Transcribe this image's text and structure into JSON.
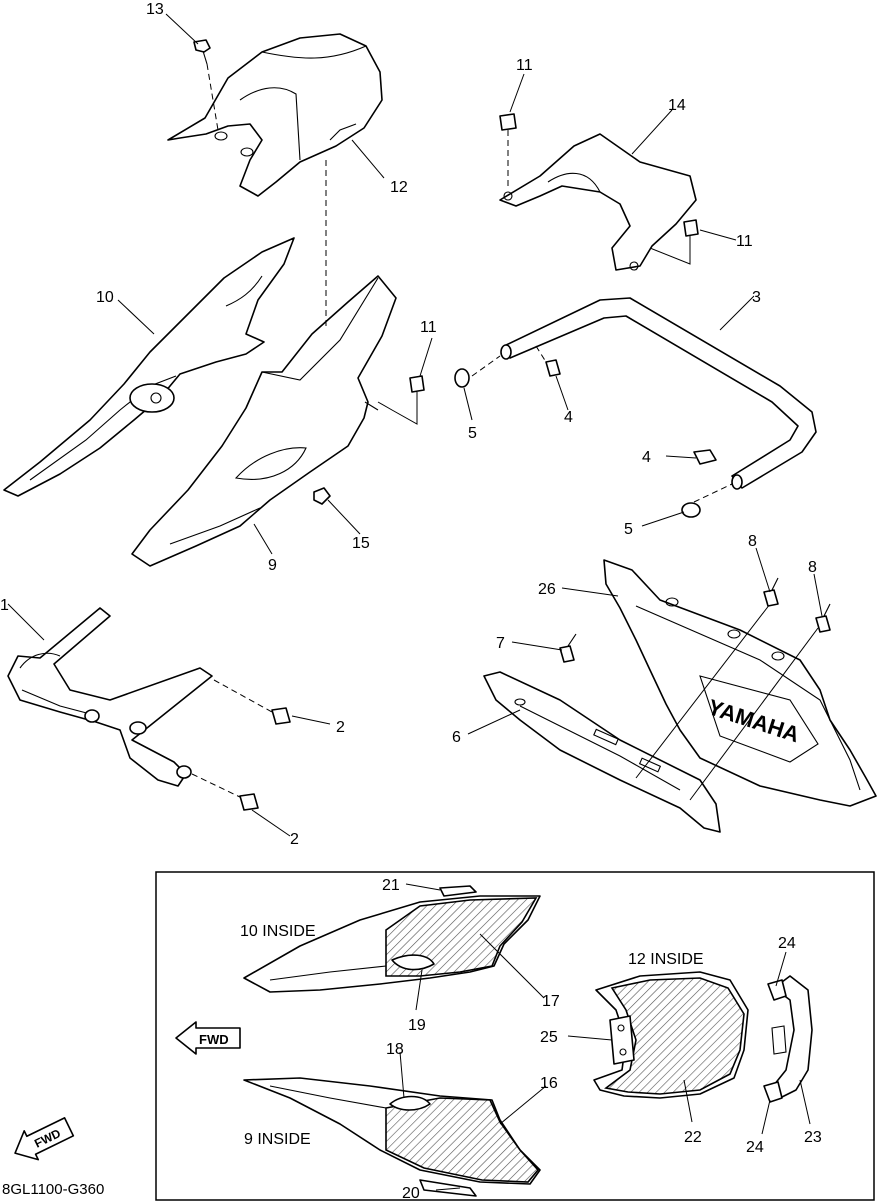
{
  "diagram_code": "8GL1100-G360",
  "fwd_label": "FWD",
  "emblem_text": "YAMAHA",
  "inset": {
    "labels": {
      "ten_inside": "10 INSIDE",
      "nine_inside": "9 INSIDE",
      "twelve_inside": "12 INSIDE"
    }
  },
  "callouts": {
    "c1": "1",
    "c2a": "2",
    "c2b": "2",
    "c3": "3",
    "c4a": "4",
    "c4b": "4",
    "c5a": "5",
    "c5b": "5",
    "c6": "6",
    "c7": "7",
    "c8a": "8",
    "c8b": "8",
    "c9": "9",
    "c10": "10",
    "c11a": "11",
    "c11b": "11",
    "c11c": "11",
    "c12": "12",
    "c13": "13",
    "c14": "14",
    "c15": "15",
    "c16": "16",
    "c17": "17",
    "c18": "18",
    "c19": "19",
    "c20": "20",
    "c21": "21",
    "c22": "22",
    "c23": "23",
    "c24a": "24",
    "c24b": "24",
    "c25": "25",
    "c26": "26"
  }
}
